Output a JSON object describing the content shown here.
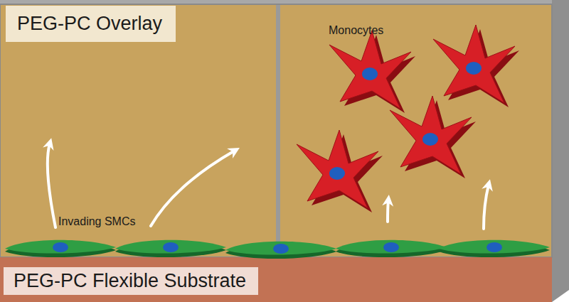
{
  "diagram": {
    "nodes": [
      {
        "text": [
          "PEG-PC Overlay"
        ]
      },
      {
        "text": [
          "PEG-PC Flexible Substrate"
        ]
      }
    ],
    "edges": [],
    "labels": [
      "Monocytes",
      "Invading SMCs"
    ]
  }
}
